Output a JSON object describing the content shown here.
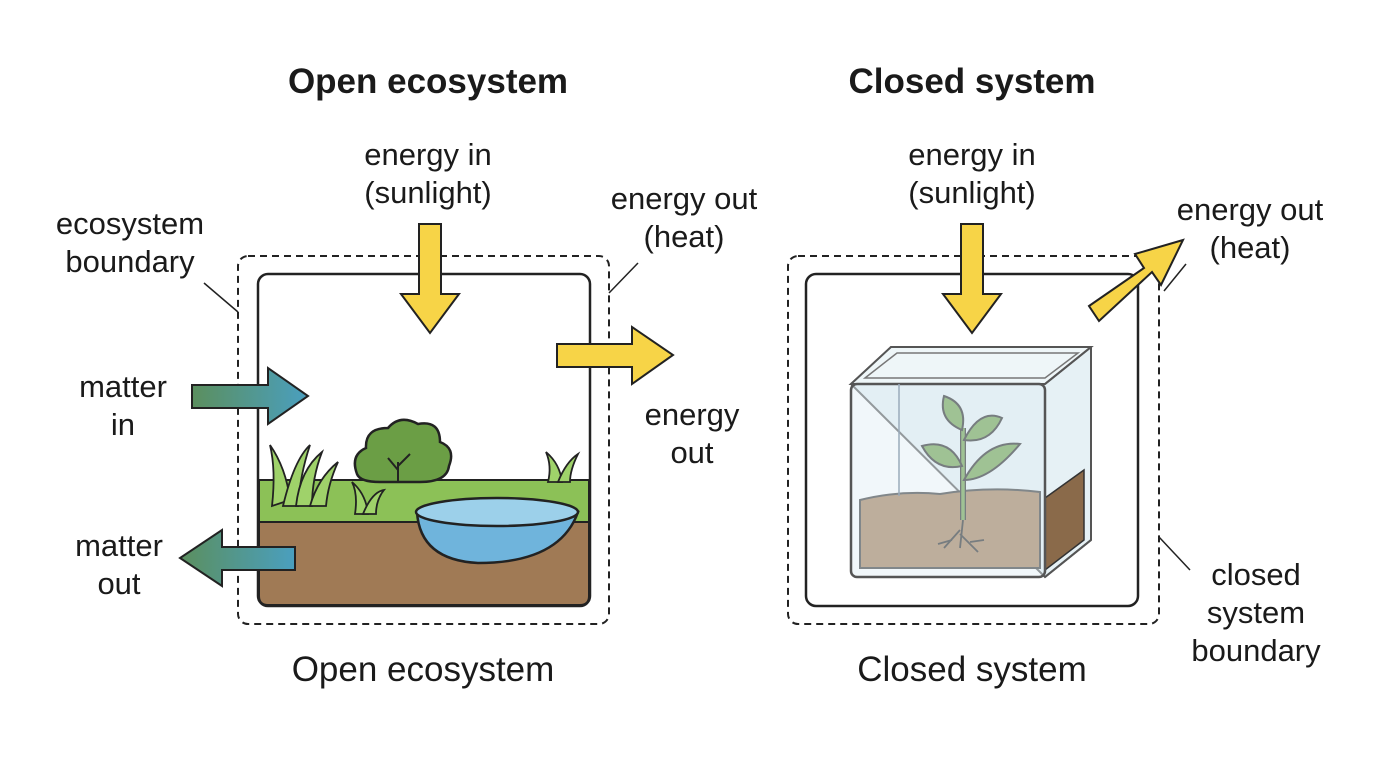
{
  "open": {
    "title": "Open ecosystem",
    "caption": "Open ecosystem",
    "energy_in": [
      "energy in",
      "(sunlight)"
    ],
    "energy_out_heat": [
      "energy out",
      "(heat)"
    ],
    "energy_out": [
      "energy",
      "out"
    ],
    "boundary": [
      "ecosystem",
      "boundary"
    ],
    "matter_in": [
      "matter",
      "in"
    ],
    "matter_out": [
      "matter",
      "out"
    ]
  },
  "closed": {
    "title": "Closed system",
    "caption": "Closed system",
    "energy_in": [
      "energy in",
      "(sunlight)"
    ],
    "energy_out_heat": [
      "energy out",
      "(heat)"
    ],
    "boundary": [
      "closed",
      "system",
      "boundary"
    ]
  },
  "colors": {
    "energy_arrow": "#f7d447",
    "matter_arrow_start": "#5b8f5e",
    "matter_arrow_end": "#4a9fbf",
    "grass": "#8cc157",
    "soil": "#a07a55",
    "water": "#6fb4dc",
    "leaf": "#6b9e45",
    "glass": "#dfeef3"
  }
}
